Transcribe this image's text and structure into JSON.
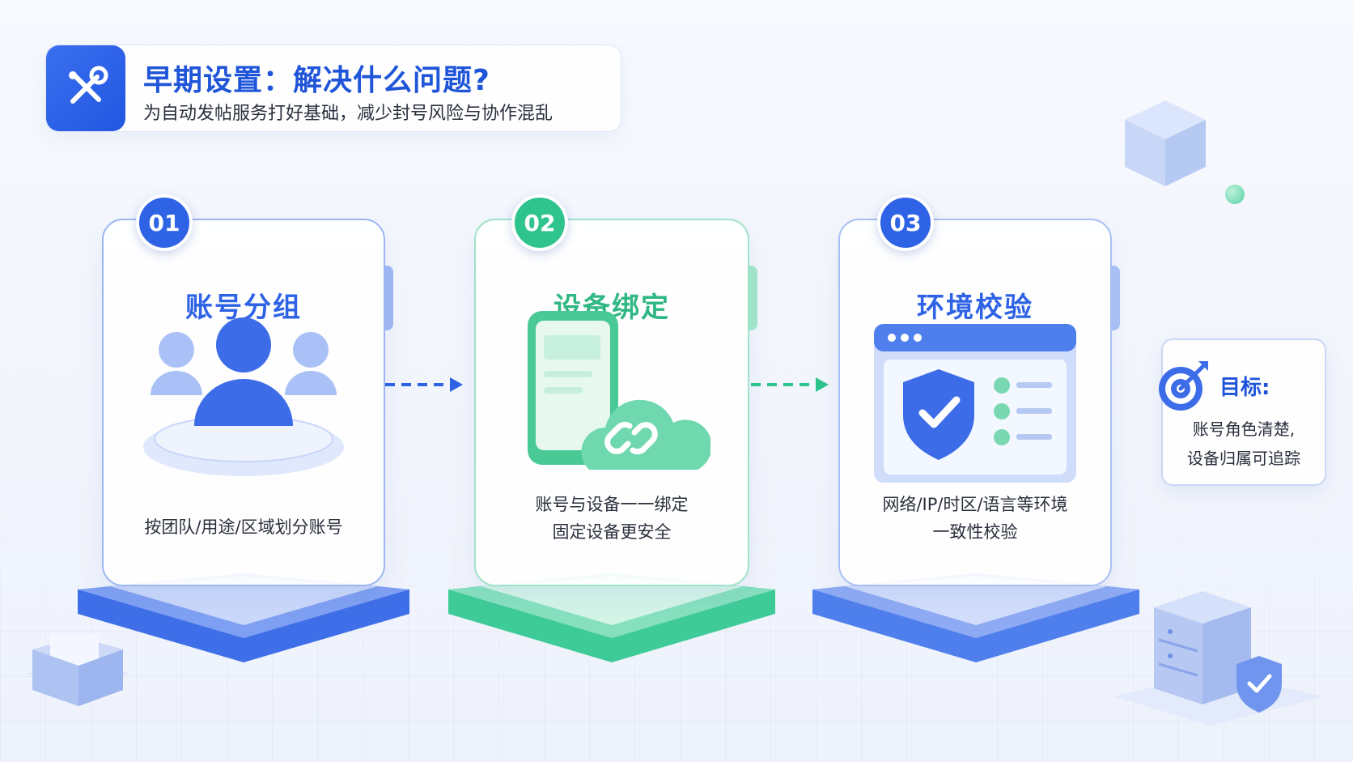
{
  "header": {
    "title": "早期设置：解决什么问题?",
    "subtitle": "为自动发帖服务打好基础，减少封号风险与协作混乱",
    "icon": "wrench-screwdriver-icon"
  },
  "steps": [
    {
      "number": "01",
      "title": "账号分组",
      "description_lines": [
        "按团队/用途/区域划分账号"
      ],
      "icon": "user-group-icon",
      "color": "#2f63e6"
    },
    {
      "number": "02",
      "title": "设备绑定",
      "description_lines": [
        "账号与设备一一绑定",
        "固定设备更安全"
      ],
      "icon": "phone-cloud-link-icon",
      "color": "#2fc48d"
    },
    {
      "number": "03",
      "title": "环境校验",
      "description_lines": [
        "网络/IP/时区/语言等环境",
        "一致性校验"
      ],
      "icon": "shield-check-window-icon",
      "color": "#2f63e6"
    }
  ],
  "goal": {
    "title": "目标:",
    "lines": [
      "账号角色清楚,",
      "设备归属可追踪"
    ],
    "icon": "target-icon"
  },
  "colors": {
    "blue": "#2f63e6",
    "green": "#2fc48d",
    "text": "#2a2f3c"
  }
}
